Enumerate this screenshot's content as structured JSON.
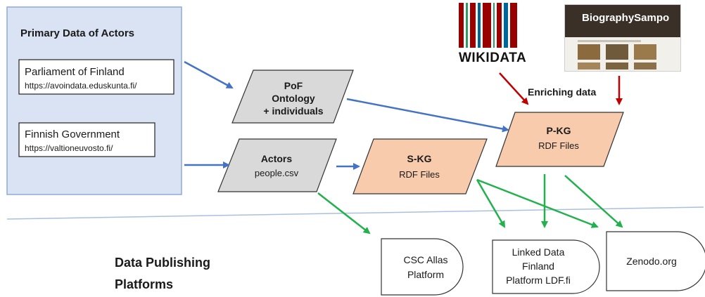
{
  "primary_data": {
    "title": "Primary Data of Actors",
    "sources": [
      {
        "name": "Parliament of Finland",
        "url": "https://avoindata.eduskunta.fi/"
      },
      {
        "name": "Finnish Government",
        "url": "https://valtioneuvosto.fi/"
      }
    ]
  },
  "pof": {
    "lines": [
      "PoF",
      "Ontology",
      "+ individuals"
    ]
  },
  "actors": {
    "title": "Actors",
    "file": "people.csv"
  },
  "skg": {
    "title": "S-KG",
    "sub": "RDF Files"
  },
  "pkg": {
    "title": "P-KG",
    "sub": "RDF Files"
  },
  "enriching_label": "Enriching data",
  "external_sources": {
    "wikidata": {
      "logo_text": "WIKIDATA",
      "bar_colors": [
        "#990000",
        "#339966",
        "#990000",
        "#006699",
        "#990000",
        "#339966",
        "#990000",
        "#006699",
        "#990000"
      ]
    },
    "biographysampo": {
      "title": "BiographySampo"
    }
  },
  "publishing": {
    "title_lines": [
      "Data Publishing",
      "Platforms"
    ],
    "platforms": [
      {
        "lines": [
          "CSC Allas",
          "Platform"
        ]
      },
      {
        "lines": [
          "Linked Data",
          "Finland",
          "Platform LDF.fi"
        ]
      },
      {
        "lines": [
          "Zenodo.org"
        ]
      }
    ]
  },
  "colors": {
    "primary_fill": "#dae3f3",
    "primary_stroke": "#8faadc",
    "gray_fill": "#d9d9d9",
    "orange_fill": "#f8cbad",
    "blue_arrow": "#4472c4",
    "green_arrow": "#22b14c",
    "red_arrow": "#c00000",
    "divider": "#a9c0e0"
  }
}
